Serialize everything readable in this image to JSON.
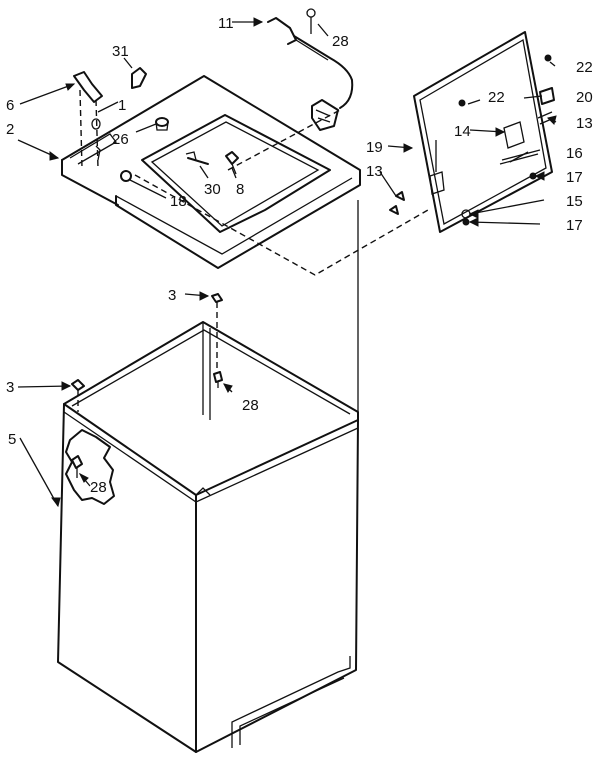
{
  "callouts": {
    "c11": "11",
    "c28_top": "28",
    "c31": "31",
    "c6": "6",
    "c1": "1",
    "c2": "2",
    "c26": "26",
    "c30": "30",
    "c8": "8",
    "c18": "18",
    "c22_right": "22",
    "c20": "20",
    "c22_inner": "22",
    "c13_right": "13",
    "c14": "14",
    "c19": "19",
    "c16": "16",
    "c13_left": "13",
    "c17_top": "17",
    "c15": "15",
    "c17_bottom": "17",
    "c3_top": "3",
    "c28_mid": "28",
    "c3_left": "3",
    "c5": "5",
    "c28_bottom": "28"
  }
}
